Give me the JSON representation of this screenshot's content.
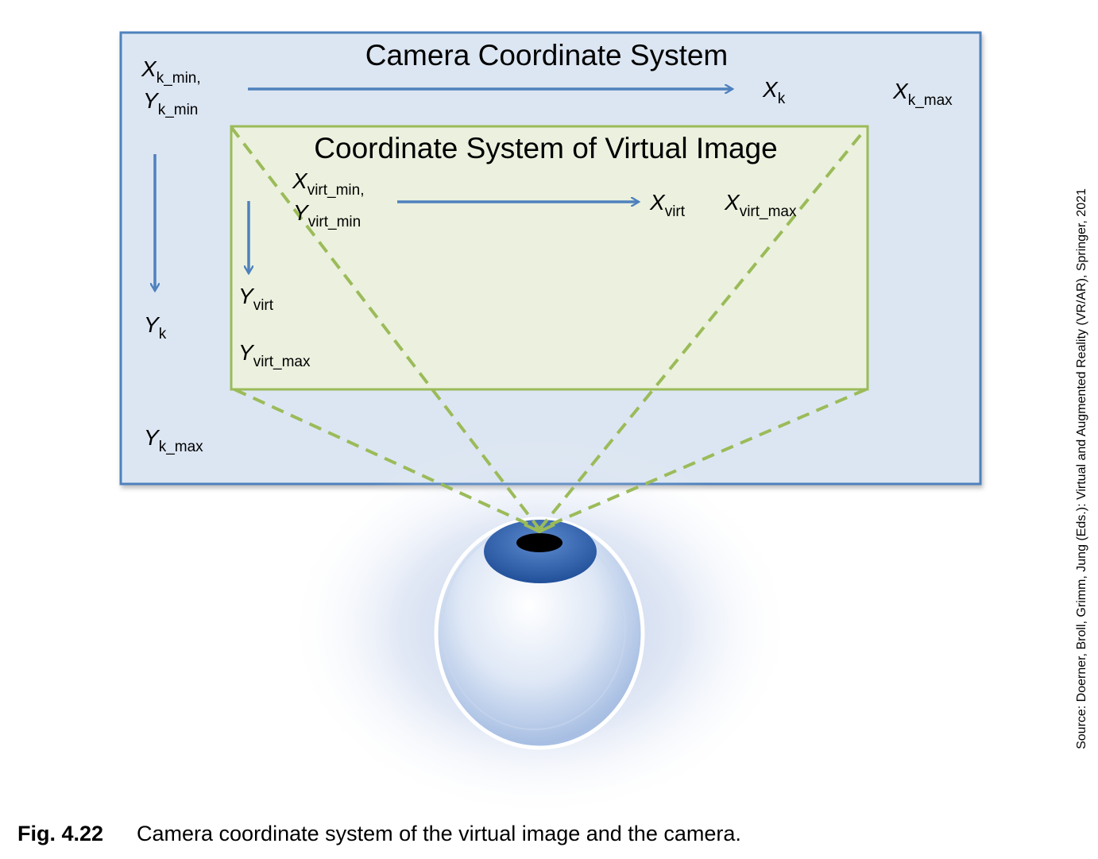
{
  "outer_box": {
    "title": "Camera Coordinate System",
    "x_min": {
      "base": "X",
      "sub": "k_min,"
    },
    "y_min": {
      "base": "Y",
      "sub": "k_min"
    },
    "x_axis": {
      "base": "X",
      "sub": "k"
    },
    "x_max": {
      "base": "X",
      "sub": "k_max"
    },
    "y_axis": {
      "base": "Y",
      "sub": "k"
    },
    "y_max": {
      "base": "Y",
      "sub": "k_max"
    }
  },
  "inner_box": {
    "title": "Coordinate System of Virtual Image",
    "x_min": {
      "base": "X",
      "sub": "virt_min,"
    },
    "y_min": {
      "base": "Y",
      "sub": "virt_min"
    },
    "x_axis": {
      "base": "X",
      "sub": "virt"
    },
    "x_max": {
      "base": "X",
      "sub": "virt_max"
    },
    "y_axis": {
      "base": "Y",
      "sub": "virt"
    },
    "y_max": {
      "base": "Y",
      "sub": "virt_max"
    }
  },
  "source": "Source: Doerner, Broll, Grimm, Jung (Eds.): Virtual and Augmented Reality (VR/AR), Springer, 2021",
  "caption": {
    "label": "Fig. 4.22",
    "text": "Camera coordinate system of the virtual image and the camera."
  },
  "colors": {
    "outer_fill": "#dce6f2",
    "outer_border": "#4f81bd",
    "inner_fill": "#ebf1de",
    "inner_border": "#9bbb59",
    "arrow": "#4f81bd",
    "dashed": "#9bbb59",
    "iris": "#2f5fa6"
  }
}
